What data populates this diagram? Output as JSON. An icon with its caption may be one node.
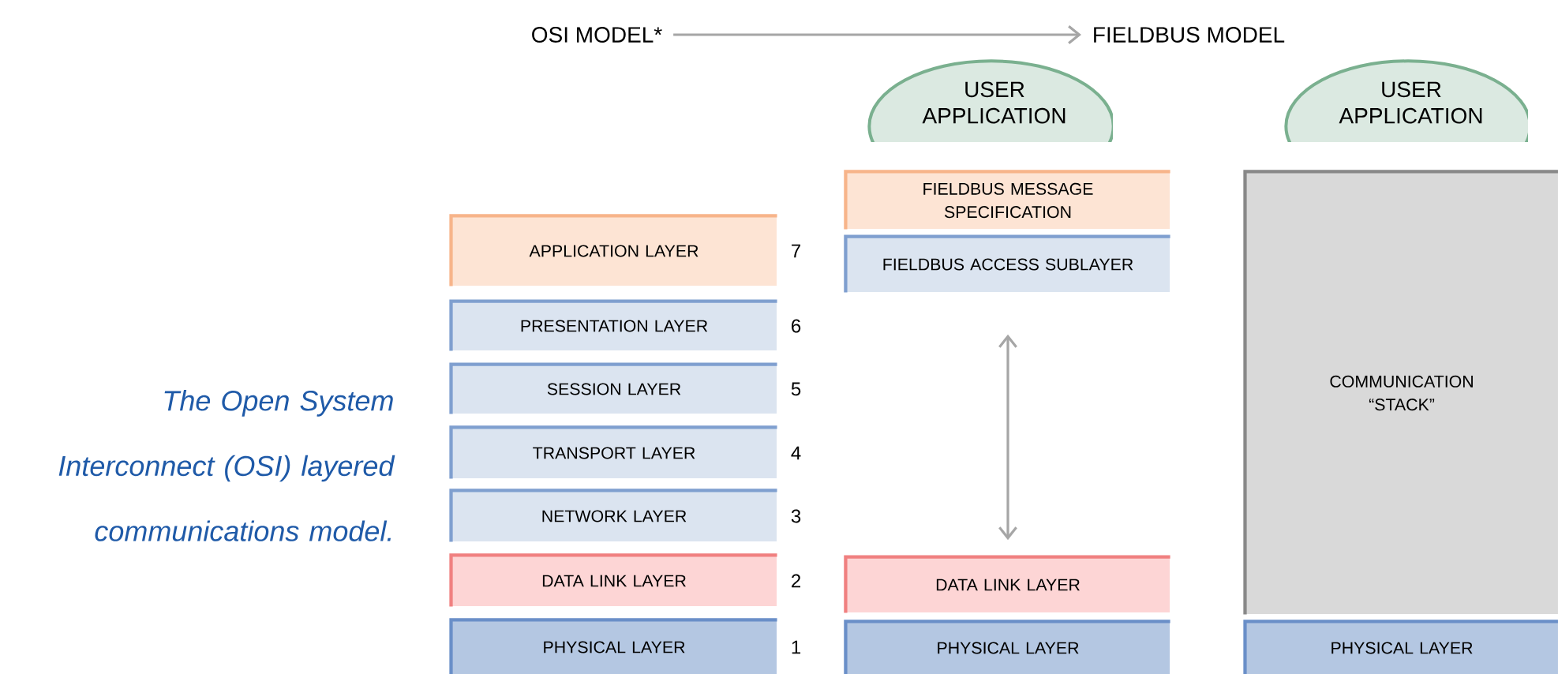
{
  "diagram": {
    "caption": "The Open System Interconnect (OSI) layered communications model.",
    "nodes": [
      {
        "text": [
          "OSI MODEL*"
        ]
      },
      {
        "text": [
          "FIELDBUS MODEL"
        ]
      },
      {
        "text": [
          "USER APPLICATION"
        ]
      },
      {
        "text": [
          "USER APPLICATION"
        ]
      },
      {
        "text": [
          "APPLICATION LAYER"
        ],
        "beside": [
          "7"
        ]
      },
      {
        "text": [
          "PRESENTATION LAYER"
        ],
        "beside": [
          "6"
        ]
      },
      {
        "text": [
          "SESSION LAYER"
        ],
        "beside": [
          "5"
        ]
      },
      {
        "text": [
          "TRANSPORT LAYER"
        ],
        "beside": [
          "4"
        ]
      },
      {
        "text": [
          "NETWORK LAYER"
        ],
        "beside": [
          "3"
        ]
      },
      {
        "text": [
          "DATA LINK LAYER"
        ],
        "beside": [
          "2"
        ]
      },
      {
        "text": [
          "PHYSICAL LAYER"
        ],
        "beside": [
          "1"
        ]
      },
      {
        "text": [
          "FIELDBUS MESSAGE SPECIFICATION"
        ]
      },
      {
        "text": [
          "FIELDBUS ACCESS SUBLAYER"
        ]
      },
      {
        "text": [
          "DATA LINK LAYER"
        ]
      },
      {
        "text": [
          "PHYSICAL LAYER"
        ]
      },
      {
        "text": [
          "COMMUNICATION “STACK”"
        ]
      },
      {
        "text": [
          "PHYSICAL LAYER"
        ]
      }
    ],
    "edges": [
      {
        "from": 0,
        "to": 1,
        "arrow": "to"
      },
      {
        "from": 12,
        "to": 13,
        "arrow": "both"
      }
    ]
  }
}
